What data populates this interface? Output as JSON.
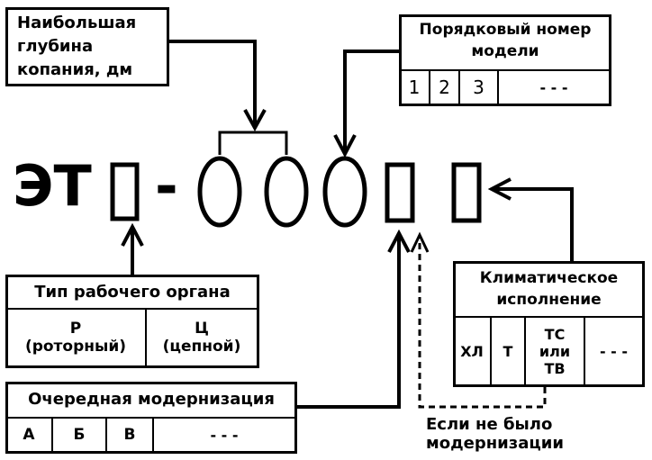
{
  "depth_box": {
    "title_l1": "Наибольшая",
    "title_l2": "глубина",
    "title_l3": "копания, дм"
  },
  "model_box": {
    "title_l1": "Порядковый номер",
    "title_l2": "модели",
    "cells": [
      "1",
      "2",
      "3",
      "- - -"
    ]
  },
  "code": {
    "prefix": "ЭТ",
    "dash": "-"
  },
  "organ_box": {
    "title": "Тип рабочего органа",
    "left_l1": "Р",
    "left_l2": "(роторный)",
    "right_l1": "Ц",
    "right_l2": "(цепной)"
  },
  "mod_box": {
    "title": "Очередная модернизация",
    "cells": [
      "А",
      "Б",
      "В",
      "- - -"
    ]
  },
  "climate_box": {
    "title_l1": "Климатическое",
    "title_l2": "исполнение",
    "cells": [
      "ХЛ",
      "Т",
      "ТС\nили\nТВ",
      "- - -"
    ]
  },
  "note": {
    "line1": "Если не было",
    "line2": "модернизации"
  }
}
